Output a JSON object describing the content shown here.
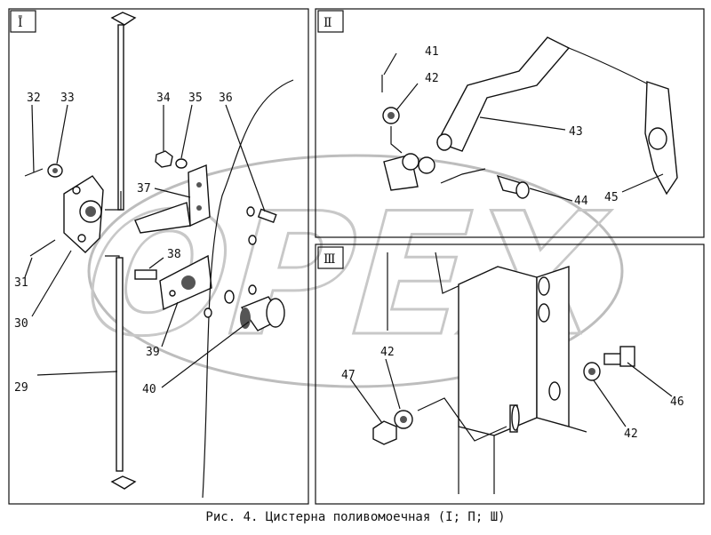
{
  "panels": [
    {
      "id": "I",
      "numeral": "Ī"
    },
    {
      "id": "II",
      "numeral": "Ⅱ"
    },
    {
      "id": "III",
      "numeral": "Ⅲ"
    }
  ],
  "callouts": {
    "p1": [
      "29",
      "30",
      "31",
      "32",
      "33",
      "34",
      "35",
      "36",
      "37",
      "38",
      "39",
      "40"
    ],
    "p2": [
      "41",
      "42",
      "43",
      "44",
      "45"
    ],
    "p3": [
      "42",
      "47",
      "46",
      "42"
    ]
  },
  "watermark": "OPEX",
  "caption": "Рис. 4. Цистерна поливомоечная (I; П; Ш)",
  "colors": {
    "line": "#111111",
    "watermark": "#bdbdbd",
    "background": "#ffffff"
  }
}
